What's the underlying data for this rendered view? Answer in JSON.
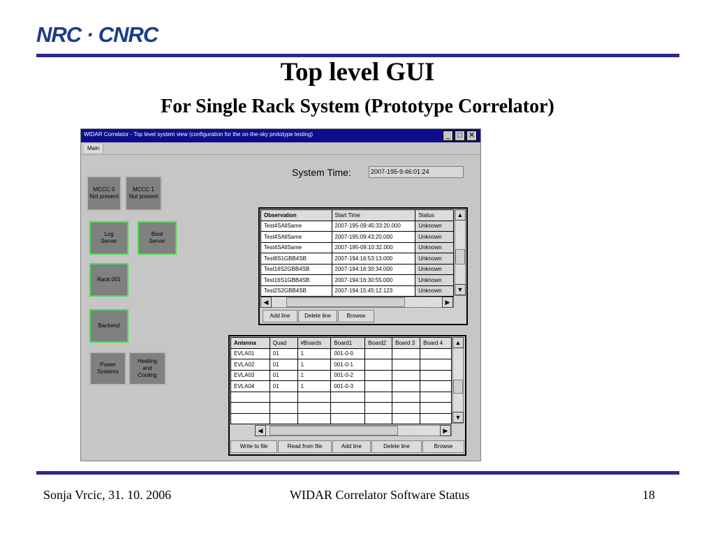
{
  "slide": {
    "logo": "NRC · CNRC",
    "title": "Top level GUI",
    "subtitle": "For Single Rack System (Prototype Correlator)",
    "footer_left": "Sonja Vrcic, 31. 10. 2006",
    "footer_center": "WIDAR Correlator Software Status",
    "footer_right": "18"
  },
  "window": {
    "title": "WIDAR Correlator -  Top level system view (configuration for the on-the-sky prototype testing)",
    "minimize": "_",
    "maximize": "□",
    "close": "✕",
    "menu_main": "Main"
  },
  "tiles": {
    "mccc0": "MCCC 0\nNot present",
    "mccc1": "MCCC 1\nNot present",
    "log_server": "Log\nServer",
    "boot_server": "Boot\nServer",
    "rack": "Rack 001",
    "backend": "Backend",
    "power": "Power\nSystems",
    "heating": "Heating\nand\nCooling"
  },
  "system_time": {
    "label": "System Time:",
    "value": "2007-195-9:46:01:24"
  },
  "observations": {
    "headers": [
      "Observation",
      "Start Time",
      "Status"
    ],
    "rows": [
      [
        "Test4SAllSame",
        "2007-195-09:45:33:20.000",
        "Unknown"
      ],
      [
        "Test4SAllSame",
        "2007-195:09:43:20.000",
        "Unknown"
      ],
      [
        "Test4SAllSame",
        "2007-195-09:10:32.000",
        "Unknown"
      ],
      [
        "Test8S1GBB4SB",
        "2007-194:16:53:13.000",
        "Unknown"
      ],
      [
        "Test16S2GBB4SB",
        "2007-194:16:30:34.000",
        "Unknown"
      ],
      [
        "Test16S1GBB4SB",
        "2007-194:16:30:55.000",
        "Unknown"
      ],
      [
        "Test2S2GBB4SB",
        "2007-194:15:45:12.123",
        "Unknown"
      ]
    ],
    "buttons": [
      "Add line",
      "Delete line",
      "Browse"
    ]
  },
  "antennas": {
    "headers": [
      "Antenna",
      "Quad",
      "#Boards",
      "Board1",
      "Board2",
      "Board 3",
      "Board 4"
    ],
    "rows": [
      [
        "EVLA01",
        "01",
        "1",
        "001-0-0",
        "",
        "",
        ""
      ],
      [
        "EVLA02",
        "01",
        "1",
        "001-0-1",
        "",
        "",
        ""
      ],
      [
        "EVLA03",
        "01",
        "1",
        "001-0-2",
        "",
        "",
        ""
      ],
      [
        "EVLA04",
        "01",
        "1",
        "001-0-3",
        "",
        "",
        ""
      ],
      [
        "",
        "",
        "",
        "",
        "",
        "",
        ""
      ],
      [
        "",
        "",
        "",
        "",
        "",
        "",
        ""
      ],
      [
        "",
        "",
        "",
        "",
        "",
        "",
        ""
      ]
    ],
    "buttons": [
      "Write to file",
      "Read from file",
      "Add line",
      "Delete line",
      "Browse"
    ]
  },
  "icons": {
    "up": "▲",
    "down": "▼",
    "left": "◀",
    "right": "▶"
  },
  "colors": {
    "rule": "#2c2a8c",
    "titlebar": "#0d0d8c",
    "active_border": "#3fe24a",
    "tile": "#808080"
  }
}
